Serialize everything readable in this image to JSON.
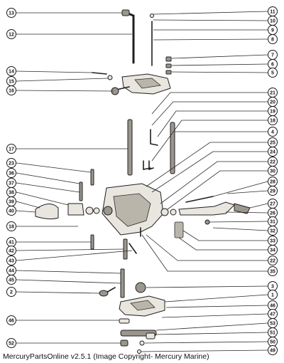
{
  "footer": {
    "copyright": "MercuryPartsOnline v2.5.1 (Image Copyright- Mercury Marine)"
  },
  "callouts_left": [
    "13",
    "12",
    "14",
    "15",
    "16",
    "17",
    "23",
    "36",
    "37",
    "38",
    "39",
    "40",
    "18",
    "41",
    "42",
    "43",
    "44",
    "45",
    "2",
    "46",
    "52"
  ],
  "callouts_right": [
    "11",
    "10",
    "9",
    "8",
    "7",
    "6",
    "5",
    "21",
    "20",
    "19",
    "18",
    "4",
    "25",
    "24",
    "22",
    "30",
    "28",
    "29",
    "27",
    "26",
    "31",
    "32",
    "33",
    "34",
    "22",
    "35",
    "3",
    "1",
    "46",
    "47",
    "53",
    "51",
    "50",
    "49"
  ],
  "colors": {
    "ink": "#1f1f1f",
    "part_fill": "#e9e6df",
    "part_shade": "#9b978f"
  }
}
